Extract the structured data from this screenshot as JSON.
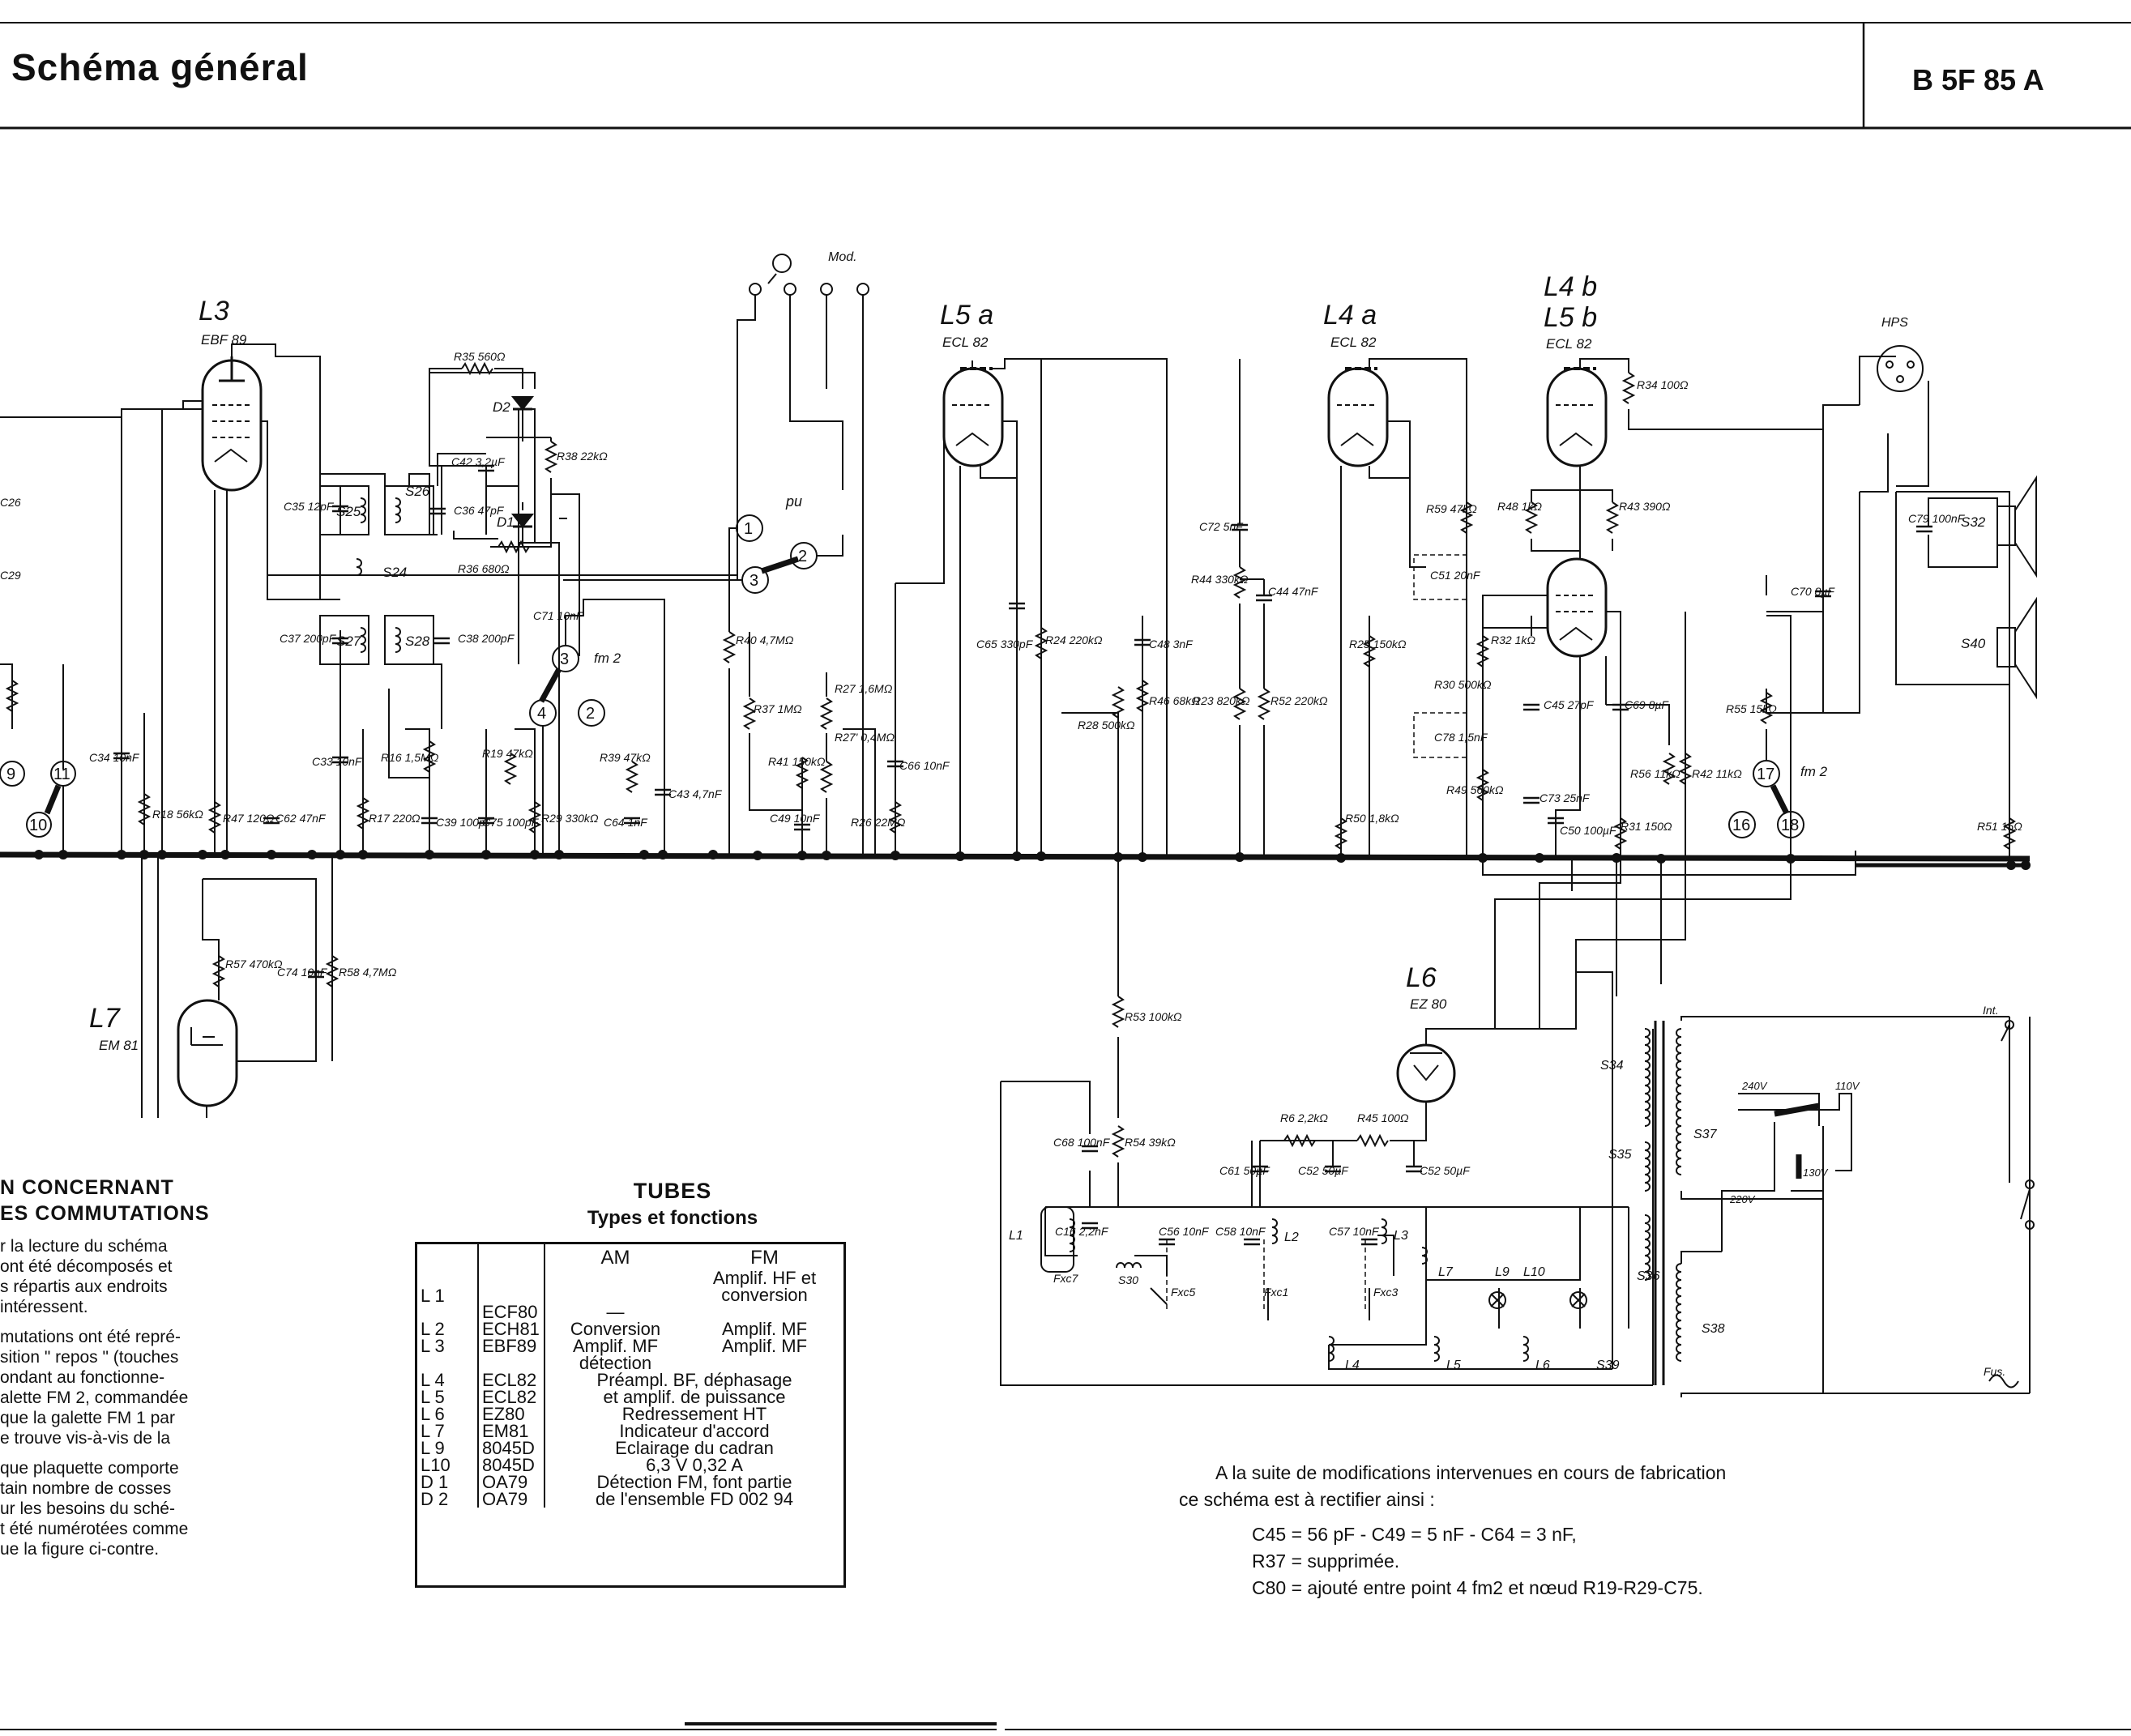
{
  "header": {
    "title": "Schéma général",
    "code": "B 5F 85 A"
  },
  "tubes_labels": {
    "L3": "L3",
    "L3_type": "EBF 89",
    "L5a": "L5 a",
    "L5a_type": "ECL 82",
    "L4a": "L4 a",
    "L4a_type": "ECL 82",
    "L4b": "L4 b",
    "L5b": "L5 b",
    "L4b_type": "ECL 82",
    "L7": "L7",
    "L7_type": "EM 81",
    "L6": "L6",
    "L6_type": "EZ 80"
  },
  "component_labels": {
    "mod": "Mod.",
    "pu": "pu",
    "hps": "HPS",
    "R35": "R35 560Ω",
    "D2": "D2",
    "D1": "D1",
    "C42": "C42 3,2µF",
    "R38": "R38 22kΩ",
    "R36": "R36 680Ω",
    "S25": "S25",
    "S26": "S26",
    "S24": "S24",
    "S27": "S27",
    "S28": "S28",
    "C35": "C35 12pF",
    "C36": "C36 47pF",
    "C37": "C37 200pF",
    "C38": "C38 200pF",
    "C26": "C26",
    "C29": "C29",
    "C71": "C71 10nF",
    "fm2a": "fm 2",
    "R40": "R40 4,7MΩ",
    "R37": "R37 1MΩ",
    "R27": "R27 1,6MΩ",
    "R27b": "R27' 0,4MΩ",
    "R41": "R41 150kΩ",
    "C66": "C66 10nF",
    "C49": "C49 10nF",
    "R26": "R26 22MΩ",
    "C34": "C34 10nF",
    "R18": "R18 56kΩ",
    "R47": "R47 120Ω",
    "C62": "C62 47nF",
    "C33": "C33 10nF",
    "R16": "R16 1,5MΩ",
    "R17": "R17 220Ω",
    "C39": "C39 100pF",
    "R19": "R19 47kΩ",
    "C75": "C75 100pF",
    "R29": "R29 330kΩ",
    "R39": "R39 47kΩ",
    "C64": "C64 1nF",
    "C43": "C43 4,7nF",
    "C65": "C65 330pF",
    "R24": "R24 220kΩ",
    "R28": "R28 500kΩ",
    "C48": "C48 3nF",
    "R46": "R46 68kΩ",
    "C72": "C72 5nF",
    "R44": "R44 330kΩ",
    "C44": "C44 47nF",
    "R23": "R23 820kΩ",
    "R52": "R52 220kΩ",
    "R59": "R59 47kΩ",
    "C51": "C51 20nF",
    "R25": "R25 150kΩ",
    "R50": "R50 1,8kΩ",
    "R48": "R48 1kΩ",
    "R43": "R43 390Ω",
    "R34": "R34 100Ω",
    "R32": "R32 1kΩ",
    "R30": "R30 500kΩ",
    "C78": "C78 1,5nF",
    "C45": "C45 27pF",
    "C69": "C69 8µF",
    "R49": "R49 560kΩ",
    "C73": "C73 25nF",
    "C50": "C50 100µF",
    "R31": "R31 150Ω",
    "R56": "R56 11kΩ",
    "R42": "R42 11kΩ",
    "C70": "C70 8µF",
    "R55": "R55 15kΩ",
    "fm2b": "fm 2",
    "C79": "C79 100nF",
    "S32": "S32",
    "S40": "S40",
    "R51": "R51 15Ω",
    "R57": "R57 470kΩ",
    "C74": "C74 10nF",
    "R58": "R58 4,7MΩ",
    "R53": "R53 100kΩ",
    "C68": "C68 100nF",
    "R54": "R54 39kΩ",
    "R6": "R6 2,2kΩ",
    "R45": "R45 100Ω",
    "C61": "C61 50µF",
    "C52a": "C52 50µF",
    "C52b": "C52 50µF",
    "L1": "L1",
    "C16": "C16 2,2nF",
    "Fxc7": "Fxc7",
    "S30": "S30",
    "C56": "C56 10nF",
    "Fxc5": "Fxc5",
    "C58": "C58 10nF",
    "Fxc1": "Fxc1",
    "L2": "L2",
    "C57": "C57 10nF",
    "L3c": "L3",
    "Fxc3": "Fxc3",
    "L7c": "L7",
    "L9": "L9",
    "L10": "L10",
    "L4c": "L4",
    "L5c": "L5",
    "L6c": "L6",
    "S34": "S34",
    "S35": "S35",
    "S36": "S36",
    "S39": "S39",
    "S37": "S37",
    "S38": "S38",
    "v240": "240V",
    "v110": "110V",
    "v130": "130V",
    "v220": "220V",
    "int": "Int.",
    "fus": "Fus."
  },
  "nodes": [
    "1",
    "2",
    "3",
    "2",
    "3",
    "4",
    "9",
    "10",
    "11",
    "16",
    "17",
    "18"
  ],
  "notes": {
    "heading": [
      "N CONCERNANT",
      "ES COMMUTATIONS"
    ],
    "paragraphs": [
      [
        "r la lecture du schéma",
        "ont été décomposés et",
        "s répartis aux endroits",
        " intéressent."
      ],
      [
        "mutations ont été repré-",
        "sition \" repos \" (touches",
        "ondant au fonctionne-",
        "alette FM 2, commandée",
        "que la galette FM 1 par",
        "e trouve vis-à-vis de la"
      ],
      [
        "que plaquette comporte",
        "tain nombre de cosses",
        "ur les besoins du sché-",
        "t été numérotées comme",
        "ue la figure ci-contre."
      ]
    ]
  },
  "tubes_table": {
    "title": "TUBES",
    "subtitle": "Types et fonctions",
    "col_am": "AM",
    "col_fm": "FM",
    "rows": [
      {
        "id": "L 1",
        "type": "ECF80",
        "am": "—",
        "fm": "Amplif. HF et conversion"
      },
      {
        "id": "L 2",
        "type": "ECH81",
        "am": "Conversion",
        "fm": "Amplif. MF"
      },
      {
        "id": "L 3",
        "type": "EBF89",
        "am": "Amplif. MF détection",
        "fm": "Amplif. MF"
      },
      {
        "id": "L 4",
        "type": "ECL82",
        "span": "Préampl. BF, déphasage"
      },
      {
        "id": "L 5",
        "type": "ECL82",
        "span": "et amplif. de puissance"
      },
      {
        "id": "L 6",
        "type": "EZ80",
        "span": "Redressement HT"
      },
      {
        "id": "L 7",
        "type": "EM81",
        "span": "Indicateur d'accord"
      },
      {
        "id": "L 9",
        "type": "8045D",
        "span": "Eclairage du cadran"
      },
      {
        "id": "L10",
        "type": "8045D",
        "span": "6,3 V 0,32 A"
      },
      {
        "id": "D 1",
        "type": "OA79",
        "span": "Détection FM, font partie"
      },
      {
        "id": "D 2",
        "type": "OA79",
        "span": "de l'ensemble FD 002 94"
      }
    ]
  },
  "modifications": {
    "intro1": "A la suite de modifications intervenues en cours de fabrication",
    "intro2": "ce schéma est à rectifier ainsi :",
    "lines": [
      "C45 = 56 pF - C49 = 5 nF - C64 = 3 nF,",
      "R37 = supprimée.",
      "C80 = ajouté entre point 4 fm2 et nœud R19-R29-C75."
    ]
  }
}
